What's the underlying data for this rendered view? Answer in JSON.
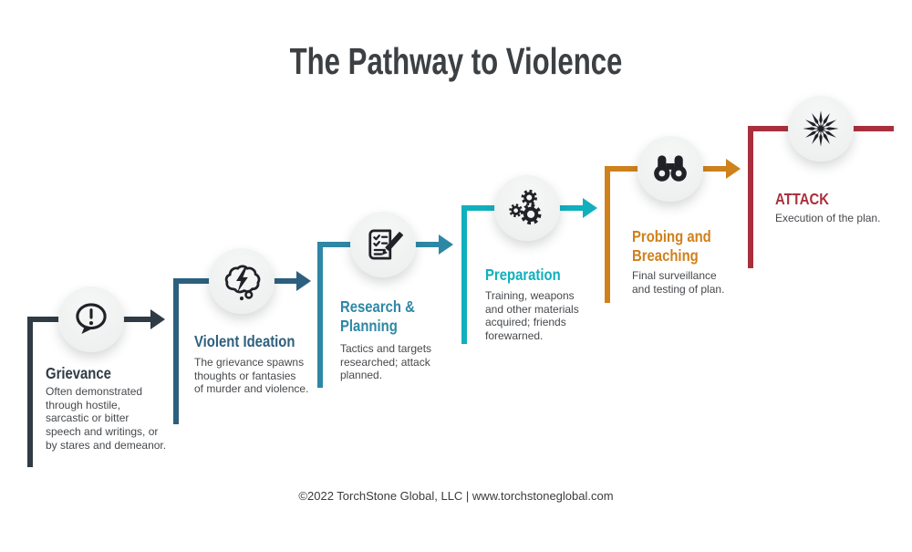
{
  "title": "The Pathway to Violence",
  "footer": "©2022 TorchStone Global, LLC  |  www.torchstoneglobal.com",
  "stages": [
    {
      "label": "Grievance",
      "description": "Often demonstrated\nthrough hostile,\nsarcastic or bitter\nspeech and writings, or\nby stares and demeanor.",
      "color": "#2f3b45",
      "icon": "speech-bubble-exclamation"
    },
    {
      "label": "Violent Ideation",
      "description": "The grievance spawns\nthoughts or fantasies\nof murder and violence.",
      "color": "#2d5f7e",
      "icon": "thought-cloud-lightning"
    },
    {
      "label": "Research &\nPlanning",
      "description": "Tactics and targets\nresearched; attack\nplanned.",
      "color": "#2e87a5",
      "icon": "checklist-pencil"
    },
    {
      "label": "Preparation",
      "description": "Training, weapons\nand other materials\nacquired; friends\nforewarned.",
      "color": "#10b0bd",
      "icon": "gears"
    },
    {
      "label": "Probing and\nBreaching",
      "description": "Final surveillance\nand testing of plan.",
      "color": "#cf811c",
      "icon": "binoculars"
    },
    {
      "label": "ATTACK",
      "description": "Execution of the plan.",
      "color": "#a8303d",
      "icon": "explosion-burst"
    }
  ]
}
